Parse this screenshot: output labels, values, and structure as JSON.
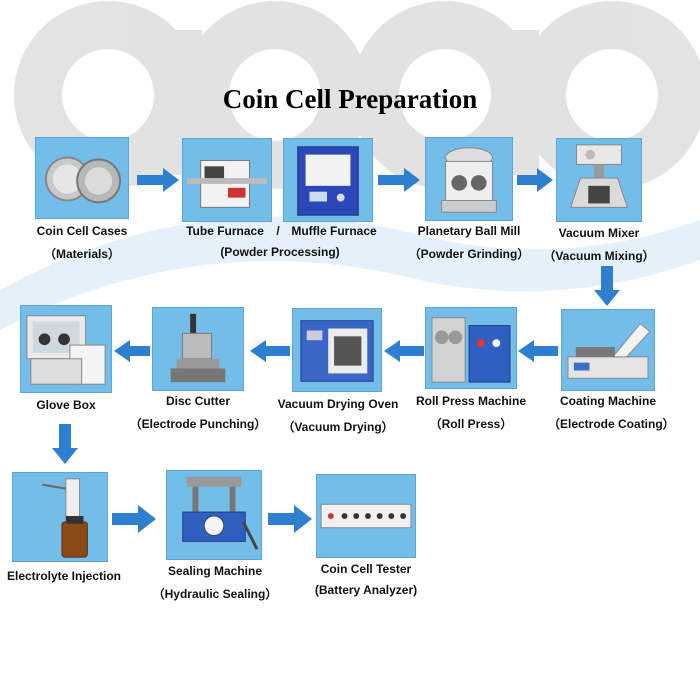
{
  "title": "Coin Cell Preparation",
  "colors": {
    "arrow": "#2e7fd0",
    "tile": "#74bde8",
    "watermark": "#d9d9d9"
  },
  "steps": [
    {
      "name": "Coin Cell Cases",
      "sub": "（Materials）",
      "icon": "coin-cells-icon"
    },
    {
      "name": "Tube Furnace",
      "icon": "tube-furnace-icon"
    },
    {
      "name": "Muffle Furnace",
      "icon": "muffle-furnace-icon"
    },
    {
      "shared_sub": "(Powder Processing)",
      "separator": "/"
    },
    {
      "name": "Planetary Ball Mill",
      "sub": "（Powder Grinding）",
      "icon": "ball-mill-icon"
    },
    {
      "name": "Vacuum Mixer",
      "sub": "（Vacuum Mixing）",
      "icon": "vacuum-mixer-icon"
    },
    {
      "name": "Coating Machine",
      "sub": "（Electrode Coating）",
      "icon": "coating-machine-icon"
    },
    {
      "name": "Roll Press Machine",
      "sub": "（Roll Press）",
      "icon": "roll-press-icon"
    },
    {
      "name": "Vacuum Drying Oven",
      "sub": "（Vacuum Drying）",
      "icon": "drying-oven-icon"
    },
    {
      "name": "Disc Cutter",
      "sub": "（Electrode Punching）",
      "icon": "disc-cutter-icon"
    },
    {
      "name": "Glove Box",
      "icon": "glove-box-icon"
    },
    {
      "name": "Electrolyte Injection",
      "icon": "pipette-icon"
    },
    {
      "name": "Sealing Machine",
      "sub": "（Hydraulic Sealing）",
      "icon": "sealing-machine-icon"
    },
    {
      "name": "Coin Cell Tester",
      "sub": "(Battery Analyzer)",
      "icon": "battery-tester-icon"
    }
  ]
}
